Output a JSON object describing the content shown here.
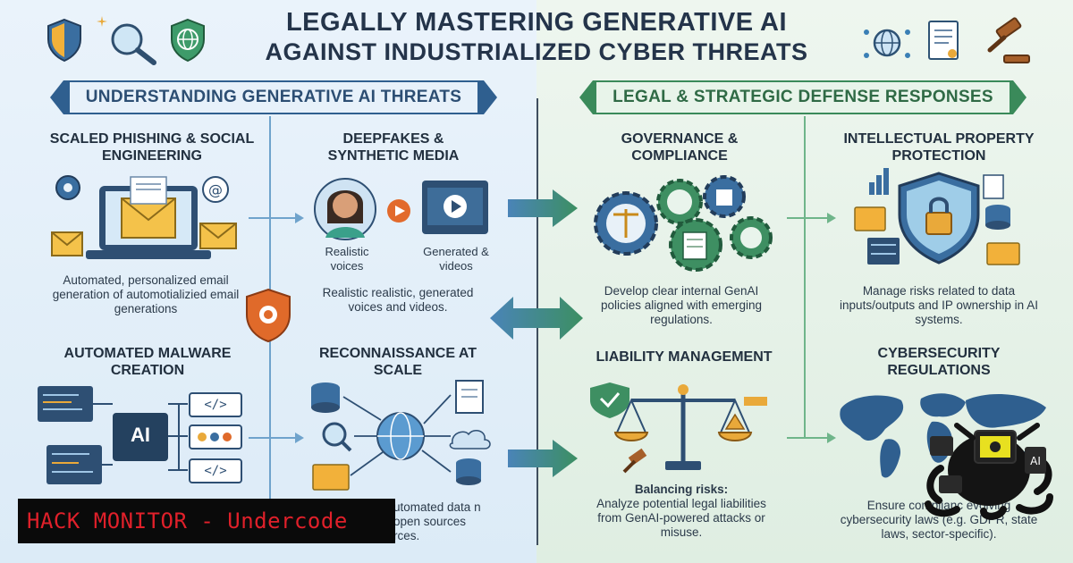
{
  "title": {
    "line1": "LEGALLY MASTERING GENERATIVE AI",
    "line2": "AGAINST INDUSTRIALIZED CYBER THREATS"
  },
  "left_banner": "UNDERSTANDING GENERATIVE AI THREATS",
  "right_banner": "LEGAL & STRATEGIC DEFENSE RESPONSES",
  "threats": {
    "phishing": {
      "title": "SCALED PHISHING & SOCIAL ENGINEERING",
      "desc": "Automated, personalized email generation of automotializied email generations"
    },
    "deepfakes": {
      "title": "DEEPFAKES & SYNTHETIC MEDIA",
      "label_voices": "Realistic voices",
      "label_videos": "Generated & videos",
      "desc": "Realistic realistic, generated voices and videos."
    },
    "malware": {
      "title": "AUTOMATED MALWARE CREATION",
      "ai_label": "AI",
      "code_tag": "</>"
    },
    "recon": {
      "title": "RECONNAISSANCE AT SCALE",
      "desc": "utomated data n open sources rces."
    }
  },
  "defenses": {
    "governance": {
      "title": "GOVERNANCE & COMPLIANCE",
      "desc": "Develop clear internal GenAI policies aligned with emerging regulations."
    },
    "ip": {
      "title": "INTELLECTUAL PROPERTY PROTECTION",
      "desc": "Manage risks related to data inputs/outputs and IP ownership in AI systems."
    },
    "liability": {
      "title": "LIABILITY MANAGEMENT",
      "desc_head": "Balancing risks:",
      "desc": "Analyze potential legal liabilities from GenAI-powered attacks or misuse."
    },
    "cyber": {
      "title": "CYBERSECURITY REGULATIONS",
      "desc": "Ensure complianc evolving cybersecurity laws (e.g. GDPR, state laws, sector-specific)."
    }
  },
  "watermark": "HACK MONITOR - Undercode",
  "colors": {
    "left_accent": "#2f5f8f",
    "right_accent": "#3a8a5a",
    "shield_orange": "#e06a2a",
    "watermark_red": "#e0202a"
  }
}
